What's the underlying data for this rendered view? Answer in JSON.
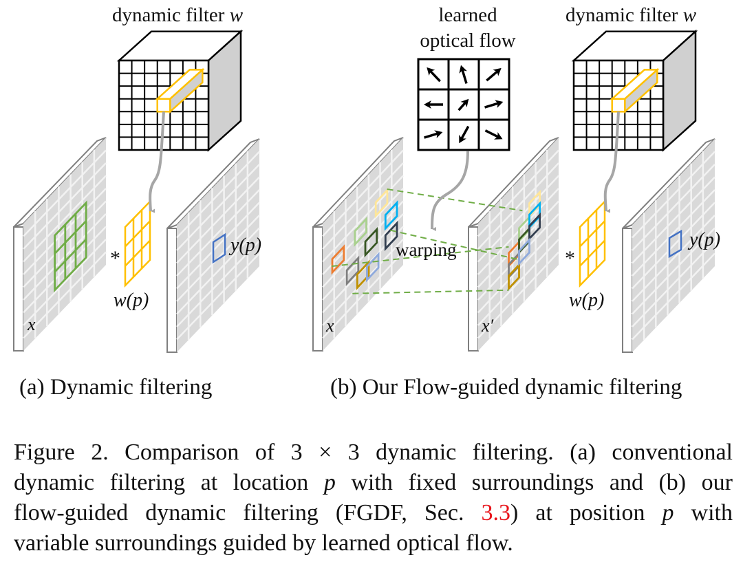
{
  "figure": {
    "panel_a": {
      "filter_title": "dynamic filter",
      "filter_symbol": "w",
      "input_label": "x",
      "kernel_label": "w(p)",
      "output_label": "y(p)",
      "operator": "*",
      "subcaption": "(a) Dynamic filtering"
    },
    "panel_b": {
      "flow_title_line1": "learned",
      "flow_title_line2": "optical flow",
      "flow_arrows": [
        "up-left",
        "up",
        "up-right",
        "left",
        "up-right",
        "right",
        "right",
        "down-left",
        "down-right"
      ],
      "warping_label": "warping",
      "input_label": "x",
      "warped_label": "x′",
      "filter_title": "dynamic filter",
      "filter_symbol": "w",
      "kernel_label": "w(p)",
      "output_label": "y(p)",
      "operator": "*",
      "subcaption": "(b) Our Flow-guided dynamic filtering",
      "patch_colors": [
        "#ed7d31",
        "#a9d18e",
        "#ffe699",
        "#375623",
        "#00b0f0",
        "#7f7f7f",
        "#333f50",
        "#bf9000",
        "#8faadc"
      ]
    },
    "colors": {
      "green_grid": "#70ad47",
      "kernel_yellow": "#ffc000",
      "blue_dashed": "#4472c4",
      "green_dashed": "#70ad47",
      "arrow_gray": "#a6a6a6",
      "plane_gray": "#d9d9d9"
    }
  },
  "caption": {
    "line1": "Figure 2. Comparison of 3 × 3 dynamic filtering. (a) conventional",
    "line2_a": "dynamic filtering at location ",
    "line2_p": "p",
    "line2_b": " with fixed surroundings and (b) our",
    "line3_a": "flow-guided dynamic filtering (FGDF, Sec. ",
    "line3_ref": "3.3",
    "line3_b": ") at position ",
    "line3_p": "p",
    "line3_c": " with",
    "line4": "variable surroundings guided by learned optical flow."
  }
}
